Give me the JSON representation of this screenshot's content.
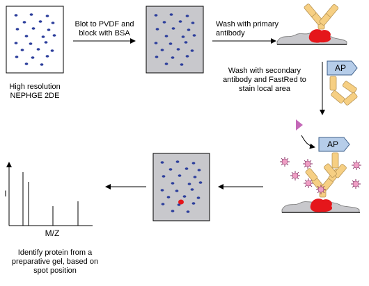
{
  "labels": {
    "gel_caption_line1": "High resolution",
    "gel_caption_line2": "NEPHGE 2DE",
    "step_blot_line1": "Blot to PVDF and",
    "step_blot_line2": "block with BSA",
    "step_primary_line1": "Wash with primary",
    "step_primary_line2": "antibody",
    "step_secondary_line1": "Wash with secondary",
    "step_secondary_line2": "antibody and FastRed to",
    "step_secondary_line3": "stain local area",
    "identify_line1": "Identify protein from a",
    "identify_line2": "preparative gel, based on",
    "identify_line3": "spot position",
    "enzyme_tag_top": "AP",
    "enzyme_tag_bottom": "AP",
    "spectrum_y_axis": "I",
    "spectrum_x_axis": "M/Z"
  },
  "colors": {
    "spot_blue": "#2d3f9c",
    "spot_red": "#e5161b",
    "membrane_gray": "#c8c8cc",
    "antibody_fill": "#f6cf83",
    "antibody_stroke": "#b89556",
    "ap_fill": "#b6cde9",
    "ap_stroke": "#3e5f8a",
    "substrate_pink": "#c468b8",
    "stain_pink": "#ef9ec4",
    "stain_spike": "#8a3468"
  }
}
